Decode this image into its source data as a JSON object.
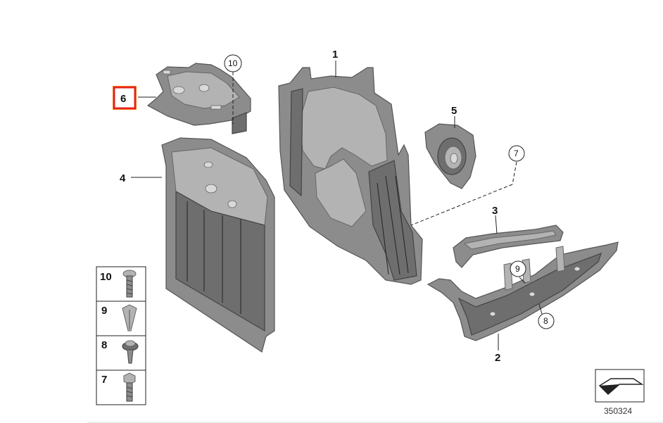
{
  "callouts": {
    "c1": "1",
    "c2": "2",
    "c3": "3",
    "c4": "4",
    "c5": "5",
    "c6": "6",
    "c7": "7",
    "c8": "8",
    "c9": "9",
    "c10": "10"
  },
  "fastener_legend": [
    {
      "number": "10",
      "item": "screw"
    },
    {
      "number": "9",
      "item": "clip-nut"
    },
    {
      "number": "8",
      "item": "flange-bolt"
    },
    {
      "number": "7",
      "item": "bolt"
    }
  ],
  "reference_number": "350324",
  "highlight_color": "#e8221c",
  "highlight_fill": "#f5c518"
}
